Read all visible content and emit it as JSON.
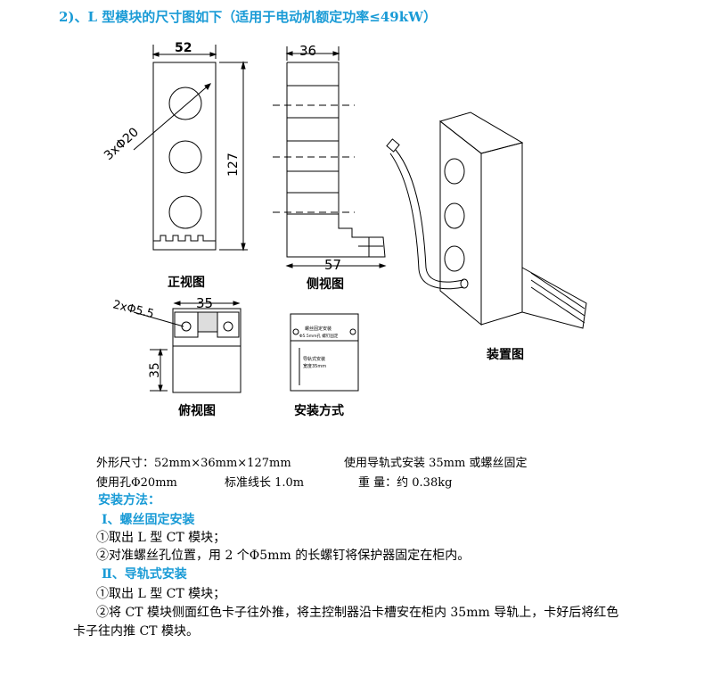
{
  "title": "2)、L 型模块的尺寸图如下（适用于电动机额定功率≤49kW）",
  "drawing": {
    "front": {
      "label": "正视图",
      "dim_width": "52",
      "dim_height": "127",
      "dim_hole": "3xΦ20"
    },
    "side": {
      "label": "侧视图",
      "dim_width": "36",
      "dim_depth": "57"
    },
    "top": {
      "label": "俯视图",
      "dim_width": "35",
      "dim_height": "35",
      "dim_hole": "2xΦ5.5"
    },
    "install": {
      "label": "安装方式",
      "note1": "螺丝固定安装",
      "note2": "Φ5.5mm孔 螺钉固定",
      "note3": "导轨式安装",
      "note4": "宽度35mm"
    },
    "assembly": {
      "label": "装置图"
    }
  },
  "specs": {
    "dimensions": "外形尺寸：52mm×36mm×127mm",
    "mounting": "使用导轨式安装 35mm 或螺丝固定",
    "hole": "使用孔Φ20mm",
    "wire": "标准线长 1.0m",
    "weight": "重 量：约 0.38kg"
  },
  "method": {
    "heading": "安装方法：",
    "sec1": "Ⅰ、螺丝固定安装",
    "sec1_step1": "①取出 L 型 CT 模块；",
    "sec1_step2": "②对准螺丝孔位置，用 2 个Φ5mm 的长螺钉将保护器固定在柜内。",
    "sec2": "Ⅱ、导轨式安装",
    "sec2_step1": "①取出 L 型 CT 模块；",
    "sec2_step2a": "②将 CT 模块侧面红色卡子往外推，将主控制器沿卡槽安在柜内 35mm 导轨上，卡好后将红色",
    "sec2_step2b": "卡子往内推 CT 模块。"
  }
}
